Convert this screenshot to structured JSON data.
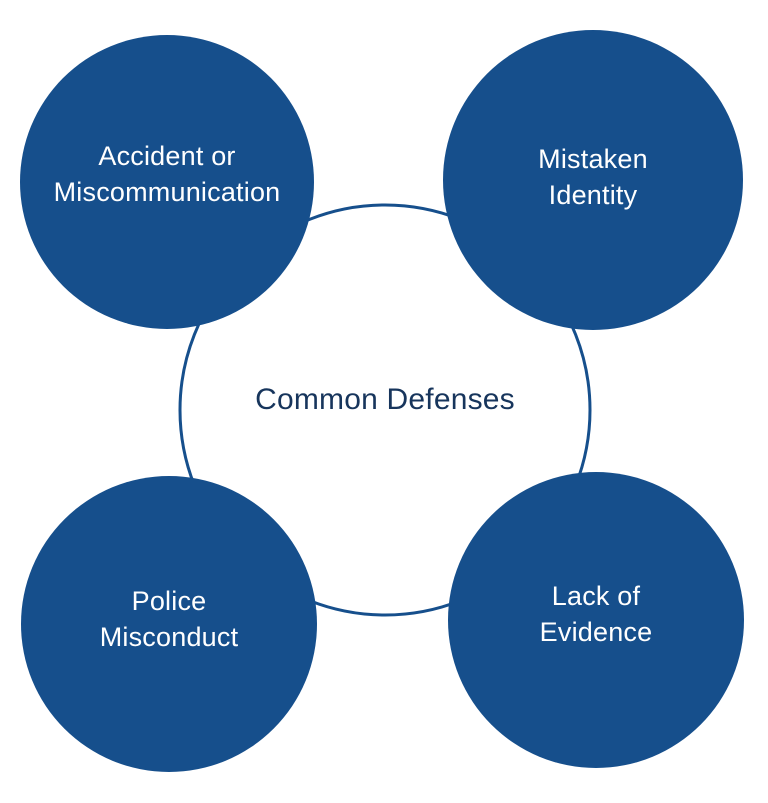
{
  "diagram": {
    "center": {
      "label": "Common Defenses"
    },
    "nodes": [
      {
        "id": "top-left",
        "label": "Accident or\nMiscommunication"
      },
      {
        "id": "top-right",
        "label": "Mistaken\nIdentity"
      },
      {
        "id": "bottom-left",
        "label": "Police\nMisconduct"
      },
      {
        "id": "bottom-right",
        "label": "Lack of\nEvidence"
      }
    ],
    "colors": {
      "node_fill": "#164f8c",
      "center_stroke": "#164f8c",
      "center_text": "#17355c",
      "node_text": "#ffffff",
      "background": "#ffffff"
    }
  }
}
